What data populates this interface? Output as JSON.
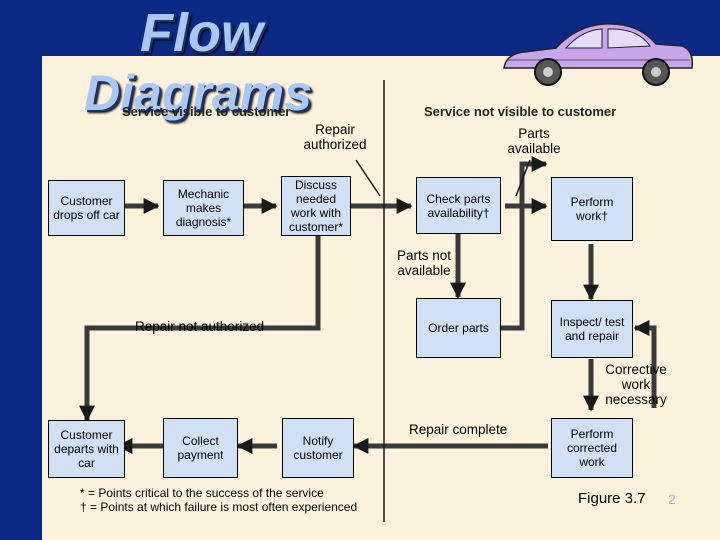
{
  "title": {
    "line1": "Flow",
    "line2": "Diagrams"
  },
  "regions": {
    "visible": "Service visible to customer",
    "not_visible": "Service not visible to customer"
  },
  "boxes": {
    "drop_off": "Customer drops off car",
    "diagnosis": "Mechanic makes diagnosis*",
    "discuss": "Discuss needed work with customer*",
    "check_parts": "Check parts availability†",
    "perform": "Perform work†",
    "order_parts": "Order parts",
    "inspect": "Inspect/ test and repair",
    "departs": "Customer departs with car",
    "payment": "Collect payment",
    "notify": "Notify customer",
    "corrected": "Perform corrected work"
  },
  "labels": {
    "repair_authorized": "Repair authorized",
    "parts_available": "Parts available",
    "parts_not_available": "Parts not available",
    "repair_not_authorized": "Repair not authorized",
    "corrective": "Corrective work necessary",
    "repair_complete": "Repair complete"
  },
  "footnotes": {
    "star": "* = Points critical to the success of the service",
    "dagger": "† = Points at which failure is most often experienced"
  },
  "figure": "Figure 3.7",
  "page": "2",
  "colors": {
    "background": "#0a2a86",
    "panel": "#fdf3dc",
    "box_fill": "#cfe0f7",
    "car": "#c9a6ec"
  },
  "icons": {
    "car": "car-illustration"
  }
}
